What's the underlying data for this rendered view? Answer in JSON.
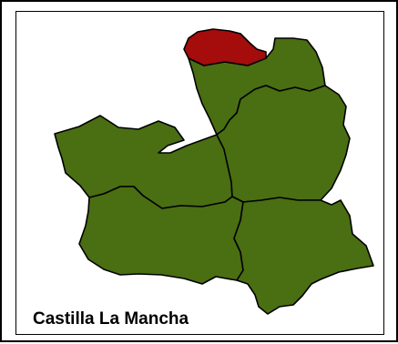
{
  "map": {
    "title": "Castilla La Mancha",
    "colors": {
      "region_fill": "#4a6e12",
      "highlight_fill": "#a50c0c",
      "border": "#000000",
      "background": "#ffffff"
    },
    "regions": [
      {
        "name": "guadalajara",
        "highlighted": false
      },
      {
        "name": "toledo",
        "highlighted": false
      },
      {
        "name": "cuenca",
        "highlighted": false
      },
      {
        "name": "ciudad-real",
        "highlighted": false
      },
      {
        "name": "albacete",
        "highlighted": false
      },
      {
        "name": "highlighted-area",
        "highlighted": true
      }
    ]
  }
}
